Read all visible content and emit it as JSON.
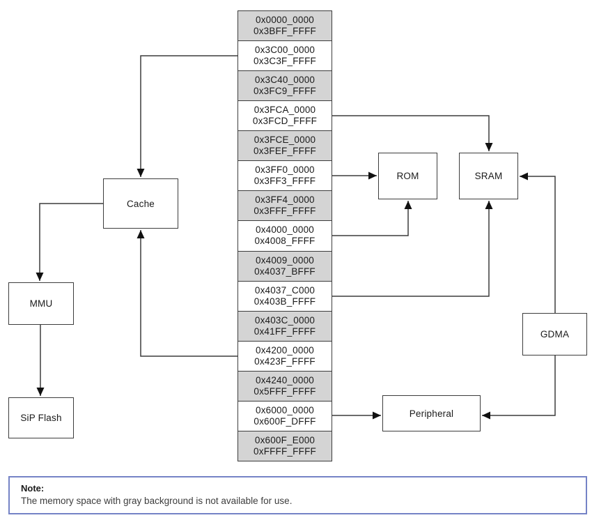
{
  "diagram": {
    "memory_stack": {
      "segments": [
        {
          "start": "0x0000_0000",
          "end": "0x3BFF_FFFF",
          "available": false
        },
        {
          "start": "0x3C00_0000",
          "end": "0x3C3F_FFFF",
          "available": true
        },
        {
          "start": "0x3C40_0000",
          "end": "0x3FC9_FFFF",
          "available": false
        },
        {
          "start": "0x3FCA_0000",
          "end": "0x3FCD_FFFF",
          "available": true
        },
        {
          "start": "0x3FCE_0000",
          "end": "0x3FEF_FFFF",
          "available": false
        },
        {
          "start": "0x3FF0_0000",
          "end": "0x3FF3_FFFF",
          "available": true
        },
        {
          "start": "0x3FF4_0000",
          "end": "0x3FFF_FFFF",
          "available": false
        },
        {
          "start": "0x4000_0000",
          "end": "0x4008_FFFF",
          "available": true
        },
        {
          "start": "0x4009_0000",
          "end": "0x4037_BFFF",
          "available": false
        },
        {
          "start": "0x4037_C000",
          "end": "0x403B_FFFF",
          "available": true
        },
        {
          "start": "0x403C_0000",
          "end": "0x41FF_FFFF",
          "available": false
        },
        {
          "start": "0x4200_0000",
          "end": "0x423F_FFFF",
          "available": true
        },
        {
          "start": "0x4240_0000",
          "end": "0x5FFF_FFFF",
          "available": false
        },
        {
          "start": "0x6000_0000",
          "end": "0x600F_DFFF",
          "available": true
        },
        {
          "start": "0x600F_E000",
          "end": "0xFFFF_FFFF",
          "available": false
        }
      ]
    },
    "components": {
      "cache": "Cache",
      "mmu": "MMU",
      "sip_flash": "SiP Flash",
      "rom": "ROM",
      "sram": "SRAM",
      "gdma": "GDMA",
      "peripheral": "Peripheral"
    },
    "colors": {
      "unavailable_bg": "#d4d4d4",
      "available_bg": "#ffffff",
      "line": "#3c3c3c",
      "note_border": "#7583c6"
    }
  },
  "note": {
    "title": "Note:",
    "body": "The memory space with gray background is not available for use."
  }
}
